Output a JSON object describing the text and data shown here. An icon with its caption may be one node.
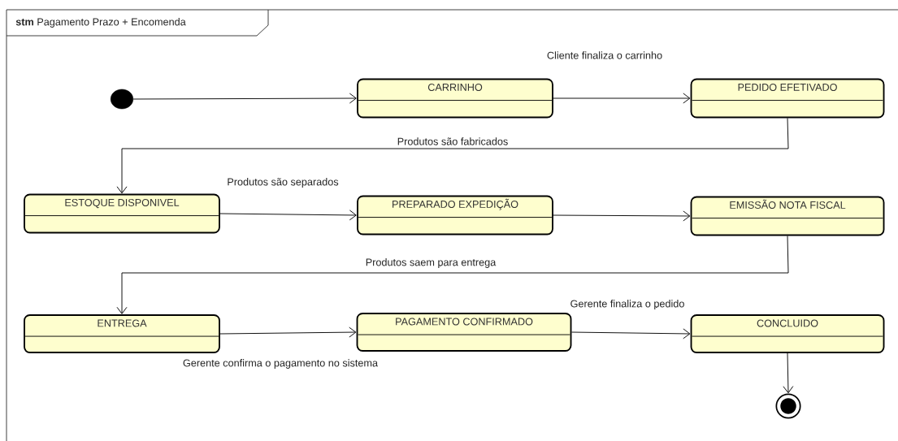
{
  "diagram": {
    "title": "**stm** Pagamento Prazo + Encomenda",
    "nodes": [
      {
        "text": [],
        "shape": "circle"
      },
      {
        "text": [
          "CARRINHO"
        ]
      },
      {
        "text": [
          "PEDIDO EFETIVADO"
        ]
      },
      {
        "text": [
          "ESTOQUE DISPONIVEL"
        ]
      },
      {
        "text": [
          "PREPARADO EXPEDIÇÃO"
        ]
      },
      {
        "text": [
          "EMISSÃO NOTA FISCAL"
        ]
      },
      {
        "text": [
          "ENTREGA"
        ]
      },
      {
        "text": [
          "PAGAMENTO CONFIRMADO"
        ]
      },
      {
        "text": [
          "CONCLUIDO"
        ]
      },
      {
        "text": [],
        "shape": "circle"
      }
    ],
    "edges": [
      {
        "from": 0,
        "to": 1,
        "arrow": "to"
      },
      {
        "from": 1,
        "to": 2,
        "arrow": "to",
        "label": "Cliente finaliza o carrinho"
      },
      {
        "from": 2,
        "to": 3,
        "arrow": "to",
        "label": "Produtos são fabricados"
      },
      {
        "from": 3,
        "to": 4,
        "arrow": "to",
        "label": "Produtos são separados"
      },
      {
        "from": 4,
        "to": 5,
        "arrow": "to"
      },
      {
        "from": 5,
        "to": 6,
        "arrow": "to",
        "label": "Produtos saem para entrega"
      },
      {
        "from": 6,
        "to": 7,
        "arrow": "to",
        "label": "Gerente confirma o pagamento no sistema"
      },
      {
        "from": 7,
        "to": 8,
        "arrow": "to",
        "label": "Gerente finaliza o pedido"
      },
      {
        "from": 8,
        "to": 9,
        "arrow": "to"
      }
    ]
  }
}
